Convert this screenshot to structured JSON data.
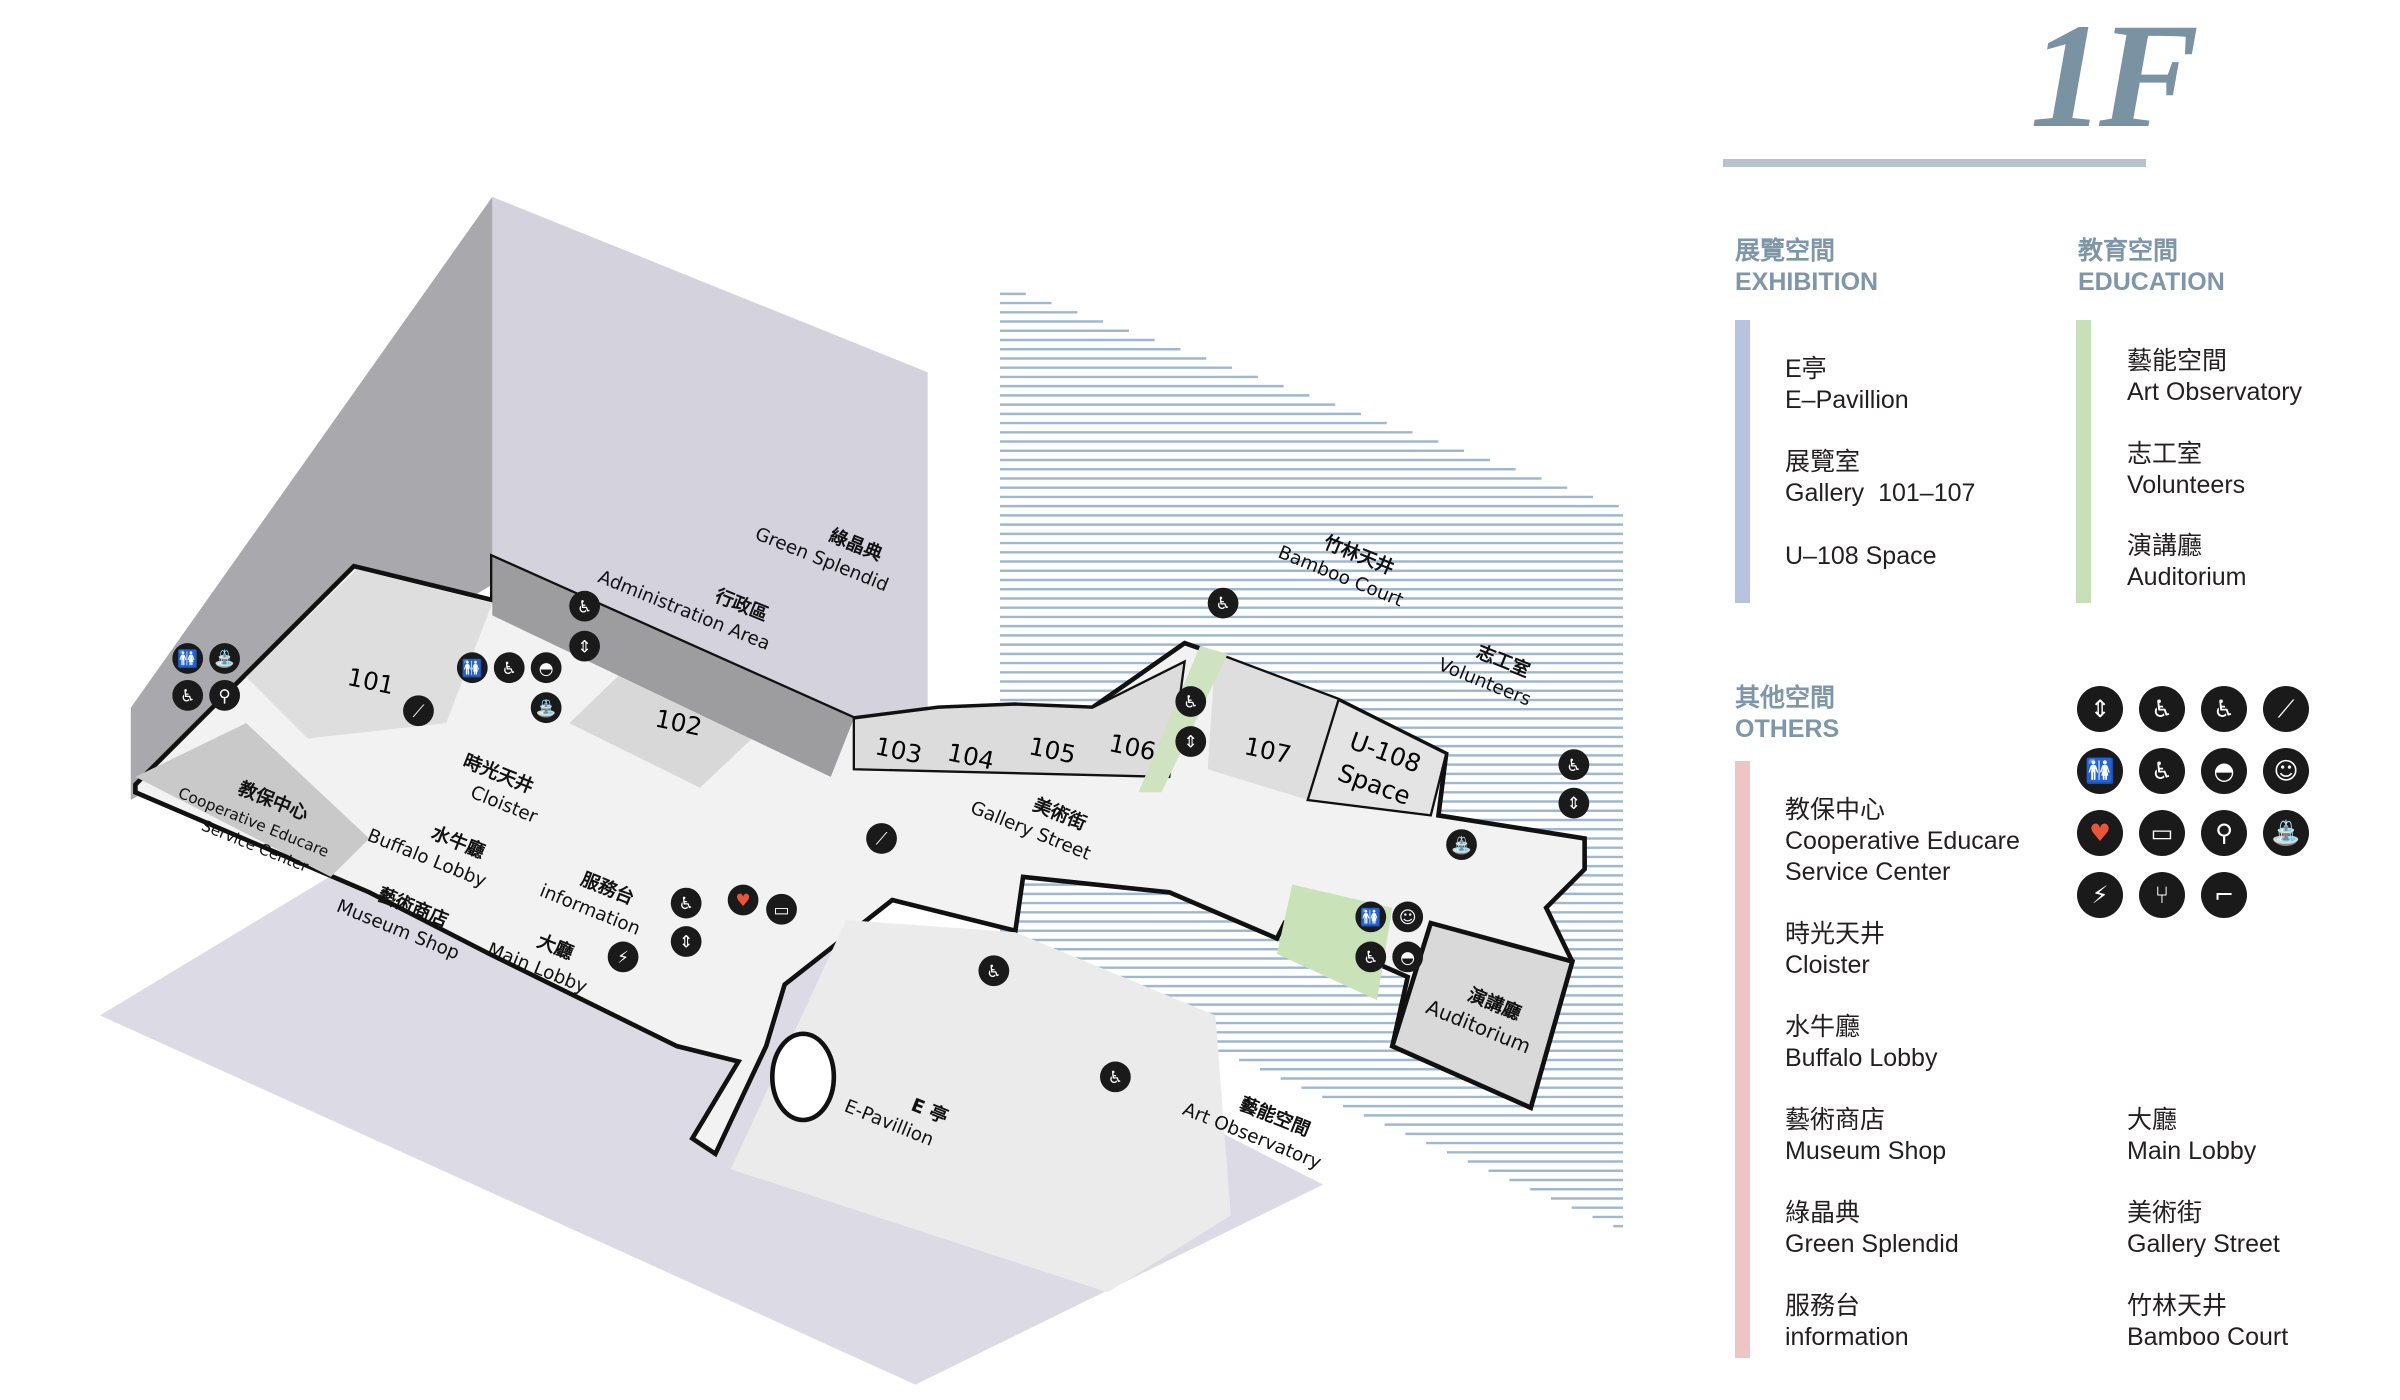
{
  "floor": "1F",
  "colors": {
    "accent": "#7a93a3",
    "exhibition": "#b7c4e0",
    "education": "#c8e0b8",
    "others": "#eec4c4",
    "water_stripes": "#9fb8d0",
    "aed": "#e8553a"
  },
  "legend": {
    "exhibition": {
      "zh": "展覽空間",
      "en": "EXHIBITION",
      "items": [
        {
          "zh": "E亭",
          "en": "E–Pavillion"
        },
        {
          "zh": "展覽室",
          "en": "Gallery  101–107"
        },
        {
          "zh": "",
          "en": "U–108 Space"
        }
      ]
    },
    "education": {
      "zh": "教育空間",
      "en": "EDUCATION",
      "items": [
        {
          "zh": "藝能空間",
          "en": "Art Observatory"
        },
        {
          "zh": "志工室",
          "en": "Volunteers"
        },
        {
          "zh": "演講廳",
          "en": "Auditorium"
        }
      ]
    },
    "others": {
      "zh": "其他空間",
      "en": "OTHERS",
      "items": [
        {
          "zh": "教保中心",
          "en": "Cooperative Educare",
          "en2": "Service Center"
        },
        {
          "zh": "時光天井",
          "en": "Cloister"
        },
        {
          "zh": "水牛廳",
          "en": "Buffalo Lobby"
        },
        {
          "zh": "藝術商店",
          "en": "Museum Shop"
        },
        {
          "zh": "綠晶典",
          "en": "Green Splendid"
        },
        {
          "zh": "服務台",
          "en": "information"
        },
        {
          "zh": "大廳",
          "en": "Main Lobby"
        },
        {
          "zh": "美術街",
          "en": "Gallery Street"
        },
        {
          "zh": "竹林天井",
          "en": "Bamboo Court"
        }
      ]
    },
    "icons": [
      {
        "name": "elevator",
        "glyph": "⇕"
      },
      {
        "name": "accessible-elevator",
        "glyph": "♿"
      },
      {
        "name": "wheelchair-lift",
        "glyph": "♿"
      },
      {
        "name": "escalator",
        "glyph": "⟋"
      },
      {
        "name": "restroom",
        "glyph": "🚻"
      },
      {
        "name": "accessible-restroom",
        "glyph": "♿"
      },
      {
        "name": "nursing-room",
        "glyph": "◓"
      },
      {
        "name": "breastfeeding-room",
        "glyph": "☺"
      },
      {
        "name": "aed",
        "glyph": "♥"
      },
      {
        "name": "locker",
        "glyph": "▭"
      },
      {
        "name": "baby-changing",
        "glyph": "⚲"
      },
      {
        "name": "drinking-fountain",
        "glyph": "⛲"
      },
      {
        "name": "charging-station",
        "glyph": "⚡"
      },
      {
        "name": "rest-area",
        "glyph": "⑂"
      },
      {
        "name": "stairs",
        "glyph": "⌐"
      }
    ]
  },
  "map": {
    "rooms": {
      "r101": "101",
      "r102": "102",
      "r103": "103",
      "r104": "104",
      "r105": "105",
      "r106": "106",
      "r107": "107",
      "u108_1": "U-108",
      "u108_2": "Space"
    },
    "labels": {
      "green_zh": "綠晶典",
      "green_en": "Green Splendid",
      "admin_zh": "行政區",
      "admin_en": "Administration Area",
      "bamboo_zh": "竹林天井",
      "bamboo_en": "Bamboo Court",
      "vol_zh": "志工室",
      "vol_en": "Volunteers",
      "cloister_zh": "時光天井",
      "cloister_en": "Cloister",
      "educare_zh": "教保中心",
      "educare_en1": "Cooperative Educare",
      "educare_en2": "Service Center",
      "buffalo_zh": "水牛廳",
      "buffalo_en": "Buffalo Lobby",
      "shop_zh": "藝術商店",
      "shop_en": "Museum Shop",
      "info_zh": "服務台",
      "info_en": "information",
      "lobby_zh": "大廳",
      "lobby_en": "Main Lobby",
      "street_zh": "美術街",
      "street_en": "Gallery Street",
      "epav_zh": "E 亭",
      "epav_en": "E-Pavillion",
      "artobs_zh": "藝能空間",
      "artobs_en": "Art Observatory",
      "aud_zh": "演講廳",
      "aud_en": "Auditorium"
    }
  }
}
